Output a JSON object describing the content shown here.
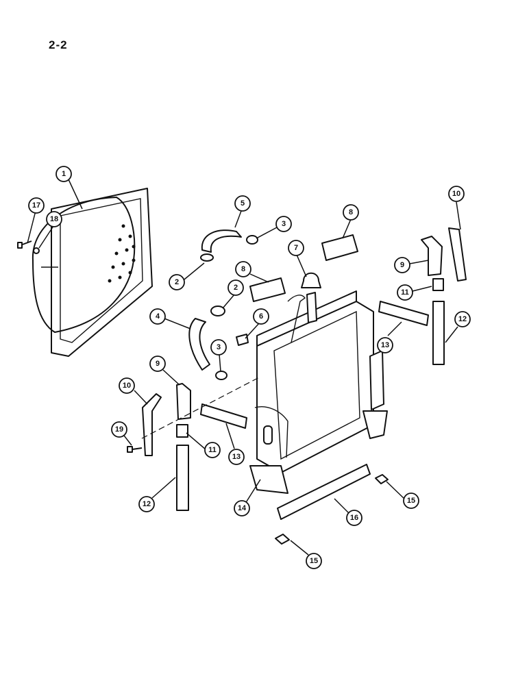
{
  "page_number": "2-2",
  "callouts": [
    {
      "label": "1"
    },
    {
      "label": "17"
    },
    {
      "label": "18"
    },
    {
      "label": "5"
    },
    {
      "label": "3"
    },
    {
      "label": "2"
    },
    {
      "label": "8"
    },
    {
      "label": "8"
    },
    {
      "label": "7"
    },
    {
      "label": "2"
    },
    {
      "label": "4"
    },
    {
      "label": "6"
    },
    {
      "label": "3"
    },
    {
      "label": "9"
    },
    {
      "label": "10"
    },
    {
      "label": "19"
    },
    {
      "label": "11"
    },
    {
      "label": "13"
    },
    {
      "label": "12"
    },
    {
      "label": "14"
    },
    {
      "label": "16"
    },
    {
      "label": "15"
    },
    {
      "label": "15"
    },
    {
      "label": "10"
    },
    {
      "label": "9"
    },
    {
      "label": "11"
    },
    {
      "label": "12"
    },
    {
      "label": "13"
    }
  ]
}
